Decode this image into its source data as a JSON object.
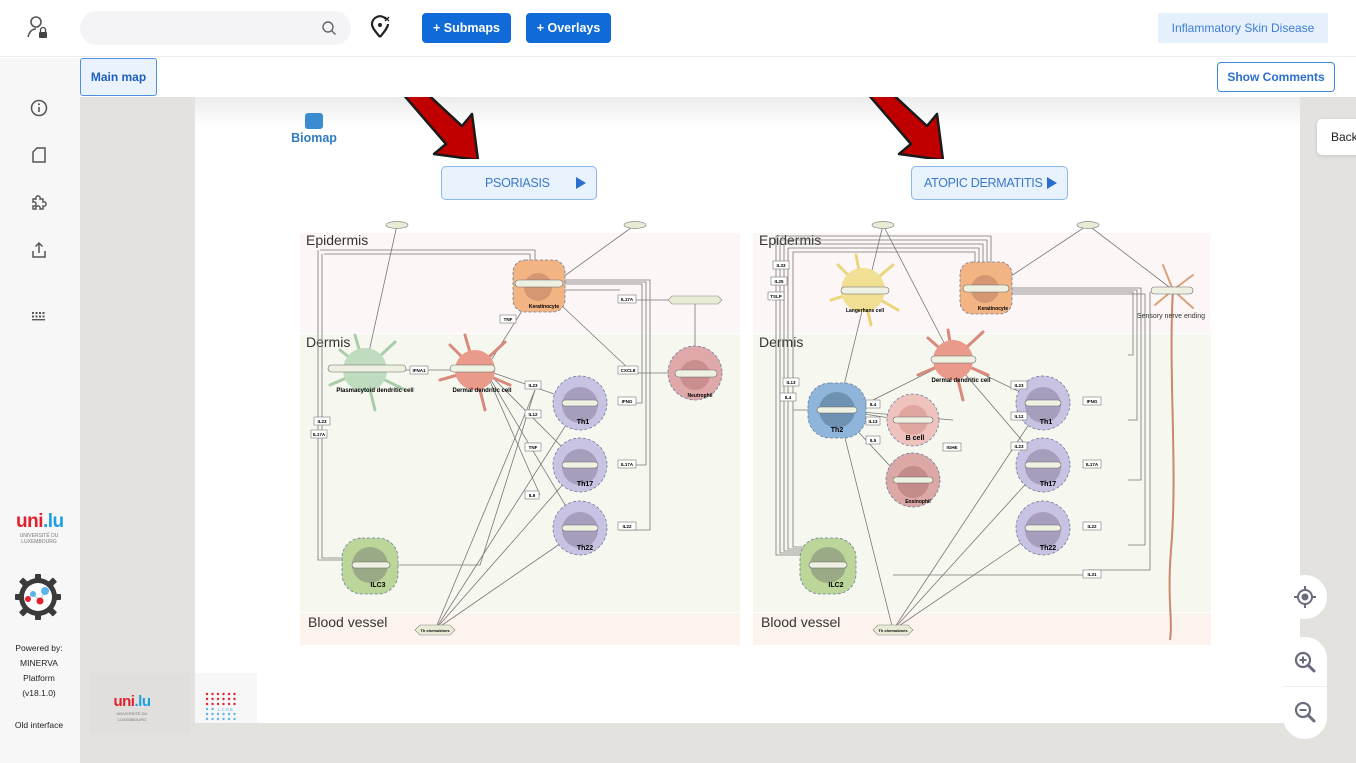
{
  "topbar": {
    "search_placeholder": "",
    "search_value": "",
    "submaps_label": "+ Submaps",
    "overlays_label": "+ Overlays",
    "project_name": "Inflammatory Skin Disease"
  },
  "subbar": {
    "main_map_tab": "Main map",
    "show_comments_label": "Show Comments"
  },
  "sidebar": {
    "items": [
      {
        "icon": "info-icon"
      },
      {
        "icon": "file-icon"
      },
      {
        "icon": "puzzle-icon"
      },
      {
        "icon": "export-icon"
      },
      {
        "icon": "keyboard-icon"
      }
    ],
    "uni_logo": {
      "part1": "uni",
      "dot": ".",
      "part2": "lu",
      "sub1": "UNIVERSITÉ DU",
      "sub2": "LUXEMBOURG"
    },
    "powered_by": [
      "Powered by:",
      "MINERVA",
      "Platform",
      "(v18.1.0)"
    ],
    "old_interface": "Old interface"
  },
  "map": {
    "background_select": "Background",
    "biomap_label": "Biomap",
    "submap_buttons": [
      "PSORIASIS",
      "ATOPIC DERMATITIS"
    ],
    "lcsb_label": "LCSB",
    "colors": {
      "arrow": "#c00000",
      "epidermis": "#fdf6f6",
      "dermis": "#f6f8f0",
      "blood_vessel": "#fdf3ee",
      "primary": "#106ad7"
    },
    "psoriasis": {
      "layers": [
        "Epidermis",
        "Dermis",
        "Blood vessel"
      ],
      "cells": [
        {
          "name": "Keratinocyte",
          "color": "#f3b483"
        },
        {
          "name": "Plasmacytoid dendritic cell",
          "color": "#bfdcc0"
        },
        {
          "name": "Dermal dendritic cell",
          "color": "#e99a8a"
        },
        {
          "name": "Neutrophil",
          "color": "#e0a9a9"
        },
        {
          "name": "Th1",
          "color": "#c9c3e3"
        },
        {
          "name": "Th17",
          "color": "#c9c3e3"
        },
        {
          "name": "Th22",
          "color": "#c9c3e3"
        },
        {
          "name": "ILC3",
          "color": "#bcd69a"
        }
      ],
      "molecules": [
        "TNF",
        "IL17A",
        "IFNA1",
        "IL23",
        "IL12",
        "CXCL8",
        "IFNG",
        "IL22",
        "IL6",
        "IL17A",
        "Th chemokines"
      ]
    },
    "atopic": {
      "layers": [
        "Epidermis",
        "Dermis",
        "Blood vessel"
      ],
      "cells": [
        {
          "name": "Langerhans cell",
          "color": "#f1df93"
        },
        {
          "name": "Keratinocyte",
          "color": "#f3b483"
        },
        {
          "name": "Sensory nerve ending",
          "color": "#d9a27c"
        },
        {
          "name": "Dermal dendritic cell",
          "color": "#e99a8a"
        },
        {
          "name": "Th2",
          "color": "#8fb6da"
        },
        {
          "name": "B cell",
          "color": "#f0c2bd"
        },
        {
          "name": "Eosinophil",
          "color": "#dca8a5"
        },
        {
          "name": "Th1",
          "color": "#c9c3e3"
        },
        {
          "name": "Th17",
          "color": "#c9c3e3"
        },
        {
          "name": "Th22",
          "color": "#c9c3e3"
        },
        {
          "name": "ILC2",
          "color": "#bcd69a"
        }
      ],
      "molecules": [
        "IL33",
        "IL25",
        "TSLP",
        "IL13",
        "IL4",
        "IL5",
        "IGHE",
        "IL23",
        "IL12",
        "IFNG",
        "IL17A",
        "IL22",
        "IL31",
        "Th chemokines"
      ]
    }
  }
}
